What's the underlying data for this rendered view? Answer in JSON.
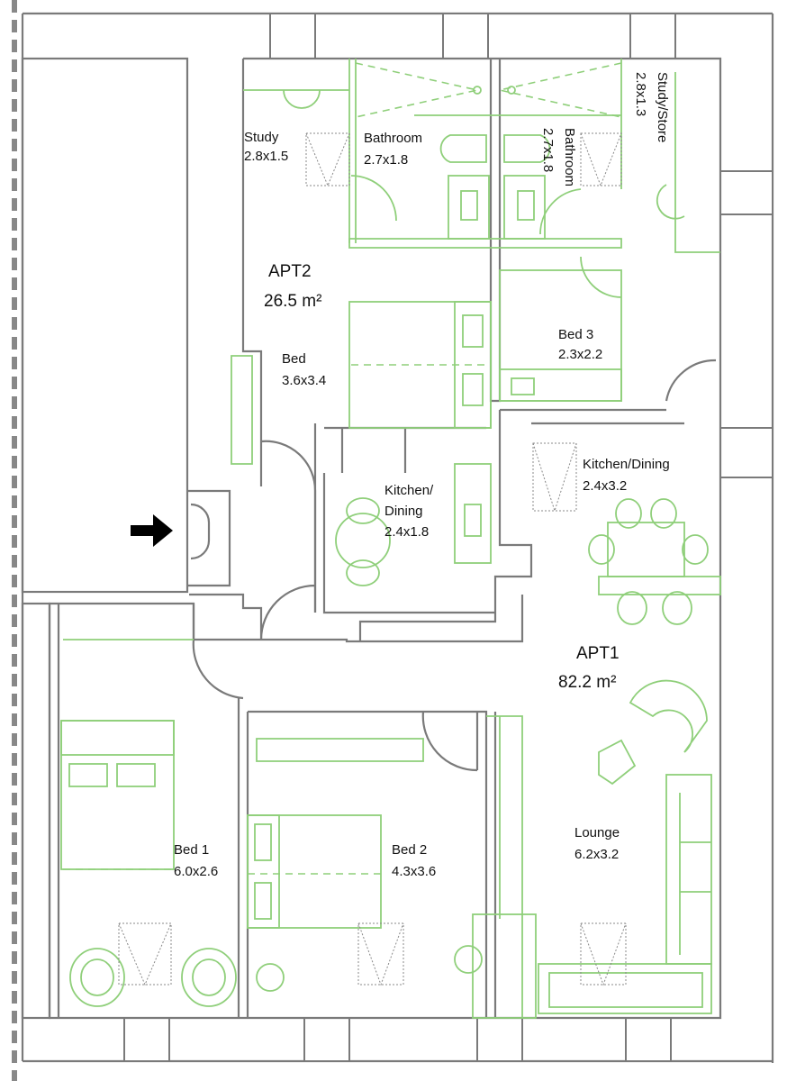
{
  "plan": {
    "apt2": {
      "name": "APT2",
      "area": "26.5 m²"
    },
    "apt1": {
      "name": "APT1",
      "area": "82.2 m²"
    },
    "rooms": [
      {
        "name": "Study",
        "size": "2.8x1.5"
      },
      {
        "name": "Bathroom",
        "size": "2.7x1.8"
      },
      {
        "name": "Bathroom",
        "size": "2.7x1.8"
      },
      {
        "name": "Study/Store",
        "size": "2.8x1.3"
      },
      {
        "name": "Bed",
        "size": "3.6x3.4"
      },
      {
        "name": "Bed 3",
        "size": "2.3x2.2"
      },
      {
        "name": "Kitchen/Dining",
        "size": "2.4x3.2"
      },
      {
        "name": "Kitchen/",
        "name2": "Dining",
        "size": "2.4x1.8"
      },
      {
        "name": "Lounge",
        "size": "6.2x3.2"
      },
      {
        "name": "Bed 1",
        "size": "6.0x2.6"
      },
      {
        "name": "Bed 2",
        "size": "4.3x3.6"
      }
    ]
  },
  "colors": {
    "wall": "#7a7a7a",
    "furniture": "#8fcf7a",
    "entrance_arrow": "#000000"
  },
  "icons": {
    "entrance": "arrow-right-icon"
  }
}
